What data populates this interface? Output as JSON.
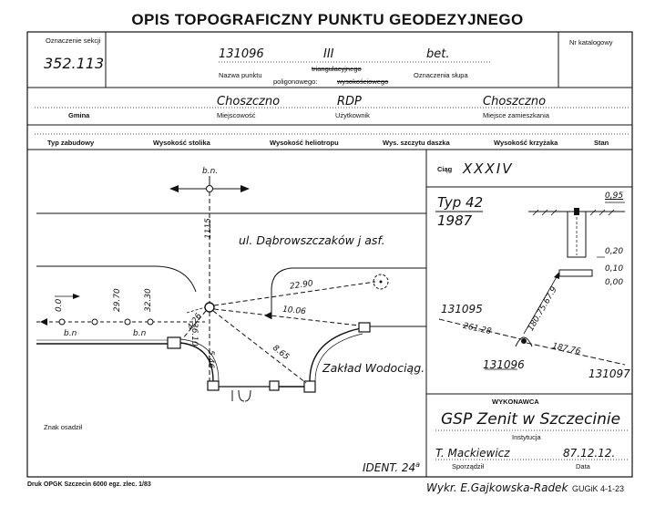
{
  "title": "OPIS TOPOGRAFICZNY PUNKTU GEODEZYJNEGO",
  "header": {
    "section_label": "Oznaczenie sekcji",
    "section_value": "352.113",
    "point_number": "131096",
    "class_value": "III",
    "mark_value": "bet.",
    "catalog_label": "Nr katalogowy",
    "point_name_label": "Nazwa punktu",
    "triangulation_label": "triangulacyjnego",
    "polygon_label": "poligonowego:",
    "height_label": "wysokościowego",
    "post_label": "Oznaczenia słupa"
  },
  "location": {
    "place_value": "Choszczno",
    "user_value": "RDP",
    "residence_value": "Choszczno",
    "gmina_label": "Gmina",
    "place_label": "Miejscowość",
    "user_label": "Użytkownik",
    "residence_label": "Miejsce zamieszkania"
  },
  "columns": [
    "Typ zabudowy",
    "Wysokość stolika",
    "Wysokość heliotropu",
    "Wys. szczytu daszka",
    "Wysokość krzyżaka",
    "Stan"
  ],
  "sketch": {
    "bn_top": "b.n.",
    "street": "ul. Dąbrowszczaków j asf.",
    "dist_1115": "1115",
    "dist_2290": "22.90",
    "dist_1006": "10.06",
    "dist_426": "4.26",
    "dist_546": "5.46",
    "dist_3610": "36.10",
    "dist_865": "8.65",
    "dist_2970": "29.70",
    "dist_3230": "32.30",
    "dist_00": "0.0",
    "bn_left1": "b.n",
    "bn_left2": "b.n",
    "facility": "Zakład Wodociąg.",
    "other_marks_label": "Znak osadził",
    "ident": "IDENT. 24",
    "ident_sup": "a"
  },
  "right_panel": {
    "ciag_label": "Ciąg",
    "ciag_value": "XXXIV",
    "type_value": "Typ 42",
    "year_value": "1987",
    "dim_095": "0,95",
    "dim_020": "0,20",
    "dim_010": "0,10",
    "dim_000": "0,00",
    "pt_131095": "131095",
    "pt_131096": "131096",
    "pt_131097": "131097",
    "dist_26128": "261.28",
    "dist_18776": "187.76",
    "angle": "180.75.67.9"
  },
  "contractor": {
    "label": "WYKONAWCA",
    "name": "GSP Zenit w Szczecinie",
    "institution_label": "Instytucja",
    "person": "T. Mackiewicz",
    "person_label": "Sporządził",
    "date": "87.12.12.",
    "date_label": "Data"
  },
  "footer": {
    "print_info": "Druk OPGK Szczecin 6000 egz. zlec. 1/83",
    "drafter": "Wykr. E.Gajkowska-Radek",
    "form_code": "GUGiK 4-1-23"
  }
}
